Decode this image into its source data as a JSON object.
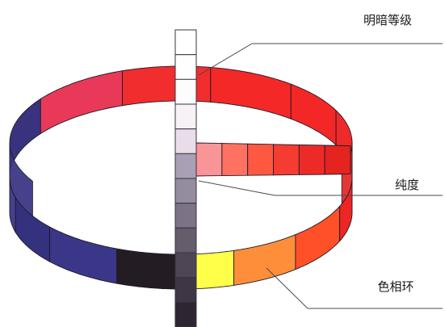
{
  "labels": {
    "value_scale": "明暗等级",
    "chroma": "纯度",
    "hue_ring": "色相环"
  },
  "hue_ring": {
    "front_segments": [
      {
        "name": "violet-blue",
        "color": "#46408f"
      },
      {
        "name": "blue-deep",
        "color": "#34317e"
      },
      {
        "name": "blue",
        "color": "#3a3789"
      },
      {
        "name": "black",
        "color": "#231c23"
      },
      {
        "name": "yellow",
        "color": "#ffff4a"
      },
      {
        "name": "orange",
        "color": "#ff8e3b"
      },
      {
        "name": "red-orange",
        "color": "#ff5028"
      },
      {
        "name": "red-right",
        "color": "#ec2525"
      }
    ],
    "back_segments": [
      {
        "name": "indigo",
        "color": "#39337f"
      },
      {
        "name": "crimson",
        "color": "#e83a58"
      },
      {
        "name": "red-1",
        "color": "#f12d2d"
      },
      {
        "name": "red-2",
        "color": "#f52828"
      },
      {
        "name": "red-3",
        "color": "#f42727"
      },
      {
        "name": "red-4",
        "color": "#ef2a2a"
      }
    ],
    "inner_colors": {
      "left": "#3d3785",
      "right": "#e42c2c"
    }
  },
  "value_scale": [
    {
      "level": 1,
      "color": "#ffffff"
    },
    {
      "level": 2,
      "color": "#fefefe"
    },
    {
      "level": 3,
      "color": "#fcfcfc"
    },
    {
      "level": 4,
      "color": "#f6f2f6"
    },
    {
      "level": 5,
      "color": "#e8dde8"
    },
    {
      "level": 6,
      "color": "#a9a0b5"
    },
    {
      "level": 7,
      "color": "#948c9f"
    },
    {
      "level": 8,
      "color": "#7c7387"
    },
    {
      "level": 9,
      "color": "#655c6c"
    },
    {
      "level": 10,
      "color": "#4f4655"
    },
    {
      "level": 11,
      "color": "#3e3644"
    },
    {
      "level": 12,
      "color": "#2d2630"
    }
  ],
  "chroma_scale": [
    {
      "step": 1,
      "color": "#f99497"
    },
    {
      "step": 2,
      "color": "#ff7160"
    },
    {
      "step": 3,
      "color": "#ff5840"
    },
    {
      "step": 4,
      "color": "#f43d30"
    },
    {
      "step": 5,
      "color": "#ee2a28"
    },
    {
      "step": 6,
      "color": "#e5241f"
    }
  ]
}
